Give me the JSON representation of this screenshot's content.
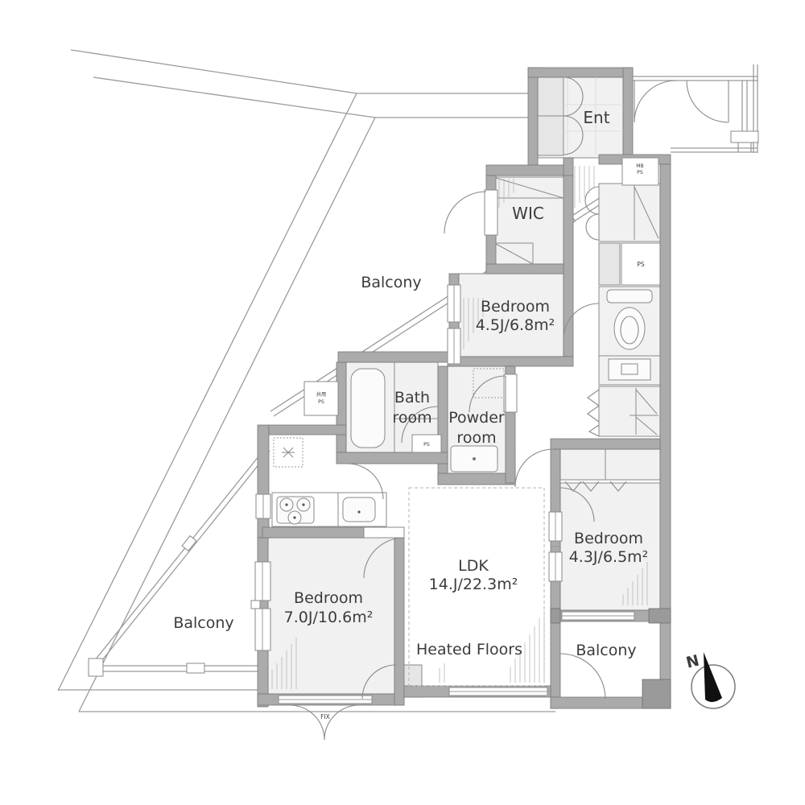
{
  "plan": {
    "rooms": {
      "ent": {
        "label": "Ent"
      },
      "wic": {
        "label": "WIC"
      },
      "bedroom_45": {
        "label": "Bedroom",
        "area": "4.5J/6.8m²"
      },
      "bedroom_70": {
        "label": "Bedroom",
        "area": "7.0J/10.6m²"
      },
      "bedroom_43": {
        "label": "Bedroom",
        "area": "4.3J/6.5m²"
      },
      "ldk": {
        "label": "LDK",
        "area": "14.J/22.3m²",
        "heated": "Heated Floors"
      },
      "bath": {
        "line1": "Bath",
        "line2": "room"
      },
      "powder": {
        "line1": "Powder",
        "line2": "room"
      },
      "balcony_north": {
        "label": "Balcony"
      },
      "balcony_west": {
        "label": "Balcony"
      },
      "balcony_south": {
        "label": "Balcony"
      }
    },
    "small_labels": {
      "meter_box_line1": "MB",
      "meter_box_line2": "PS",
      "pipe_shaft_east": "PS",
      "pipe_shaft_center": "PS",
      "shared_ps_line1": "共用",
      "shared_ps_line2": "PS",
      "fixed_window": "FIX"
    },
    "compass": {
      "north": "N"
    },
    "colors": {
      "wall": "#ababab",
      "wall_dark": "#9a9a9a",
      "room_fill": "#f1f1f1",
      "line": "#8a8a8a",
      "hatch": "#bfbfbf",
      "text": "#3c3c3c",
      "compass_needle": "#111111"
    }
  }
}
